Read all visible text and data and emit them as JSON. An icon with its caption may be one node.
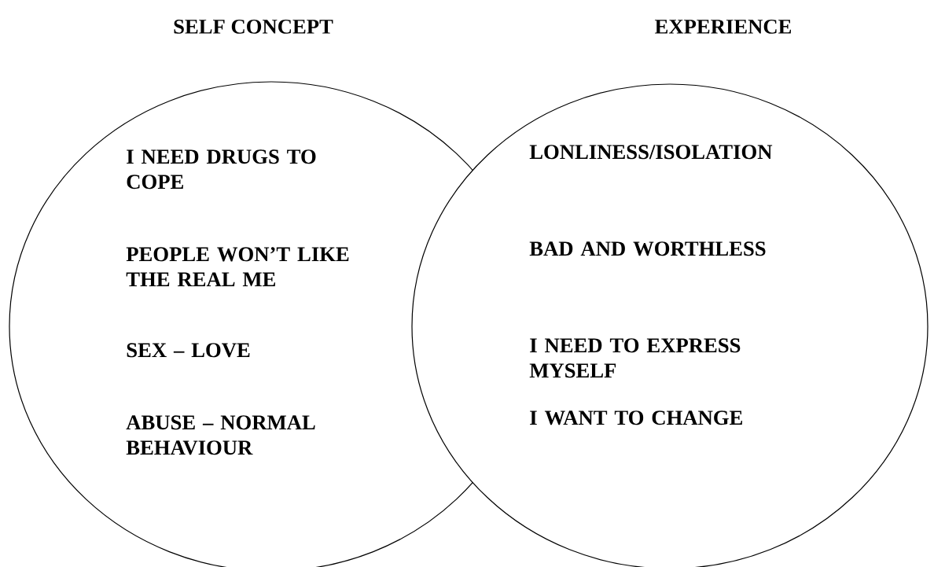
{
  "diagram": {
    "nodes": [
      {
        "text": [
          "SELF CONCEPT"
        ]
      },
      {
        "text": [
          "EXPERIENCE"
        ]
      },
      {
        "text": [
          "I NEED DRUGS TO COPE",
          "PEOPLE WON’T LIKE THE REAL ME",
          "SEX – LOVE",
          "ABUSE – NORMAL BEHAVIOUR"
        ]
      },
      {
        "text": [
          "LONLINESS/ISOLATION",
          "BAD AND WORTHLESS",
          "I NEED TO EXPRESS MYSELF",
          "I WANT TO CHANGE"
        ]
      }
    ]
  }
}
